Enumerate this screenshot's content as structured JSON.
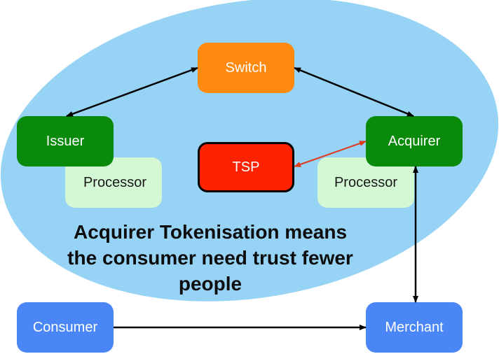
{
  "diagram": {
    "nodes": {
      "switch": {
        "label": "Switch",
        "color": "#ff8a0f"
      },
      "issuer": {
        "label": "Issuer",
        "color": "#0a8a0a"
      },
      "issuer_processor": {
        "label": "Processor",
        "color": "#d4f8d4"
      },
      "tsp": {
        "label": "TSP",
        "color": "#ff2200",
        "border": "#000000"
      },
      "acquirer": {
        "label": "Acquirer",
        "color": "#0a8a0a"
      },
      "acquirer_processor": {
        "label": "Processor",
        "color": "#d4f8d4"
      },
      "consumer": {
        "label": "Consumer",
        "color": "#4a86f5"
      },
      "merchant": {
        "label": "Merchant",
        "color": "#4a86f5"
      }
    },
    "caption_lines": [
      "Acquirer Tokenisation means",
      "the consumer need trust fewer",
      "people"
    ],
    "ellipse_color": "#96d3f5",
    "connections": [
      {
        "from": "issuer",
        "to": "switch",
        "style": "double-arrow",
        "color": "#000000"
      },
      {
        "from": "switch",
        "to": "acquirer",
        "style": "double-arrow",
        "color": "#000000"
      },
      {
        "from": "tsp",
        "to": "acquirer",
        "style": "double-arrow",
        "color": "#e03a1e"
      },
      {
        "from": "acquirer",
        "to": "merchant",
        "style": "double-arrow",
        "color": "#000000"
      },
      {
        "from": "consumer",
        "to": "merchant",
        "style": "arrow",
        "color": "#000000"
      }
    ]
  }
}
